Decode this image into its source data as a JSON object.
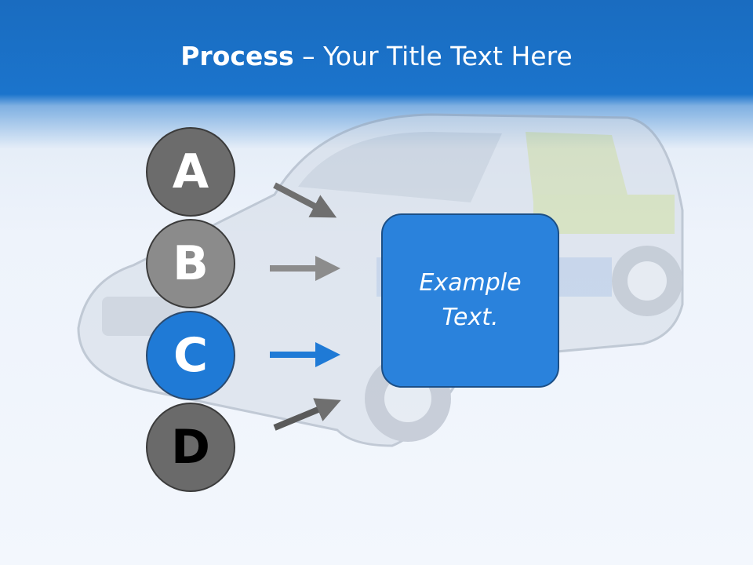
{
  "slide": {
    "title_bold": "Process",
    "title_rest": " – Your Title Text Here",
    "steps": [
      "A",
      "B",
      "C",
      "D"
    ],
    "box_text": "Example Text."
  },
  "colors": {
    "header_blue": "#1b74cc",
    "highlight_blue": "#1f7ad6",
    "gray": "#6c6c6c"
  }
}
